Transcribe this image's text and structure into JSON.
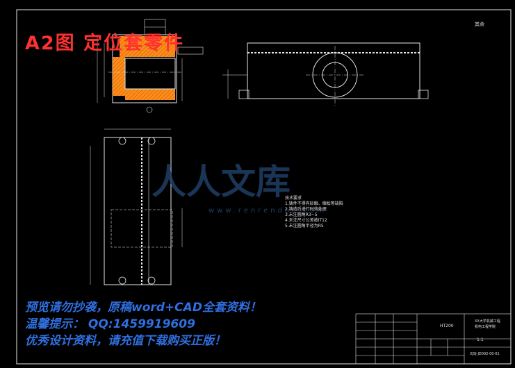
{
  "title_overlay": "A2图 定位套零件",
  "watermark": {
    "brand": "人人文库",
    "url": "www.renrendoc.com"
  },
  "promo_lines": [
    "预览请勿抄袭，原稿word+CAD全套资料！",
    "温馨提示：     QQ:1459919609",
    "优秀设计资料，请充值下载购买正版！"
  ],
  "technical_requirements": {
    "heading": "技术要求",
    "items": [
      "1.铸件不得有砂眼、缩松等缺陷",
      "2.铸造后进行时效处理",
      "3.未注圆角R3~5",
      "4.未注尺寸公差按IT12",
      "5.未注圆角半径为R5"
    ]
  },
  "roughness_note": "其余",
  "title_block": {
    "material": "HT200",
    "name_line1": "XX大学机械工程",
    "name_line2": "机电工程学院",
    "scale": "1:1",
    "drawing_no": "XJSJ-JD002-00-01"
  },
  "colors": {
    "background": "#000000",
    "line": "#e6e6e6",
    "hatch": "#ff8c1a",
    "title_red": "#ff3030",
    "promo_blue": "#2f6fe0"
  }
}
